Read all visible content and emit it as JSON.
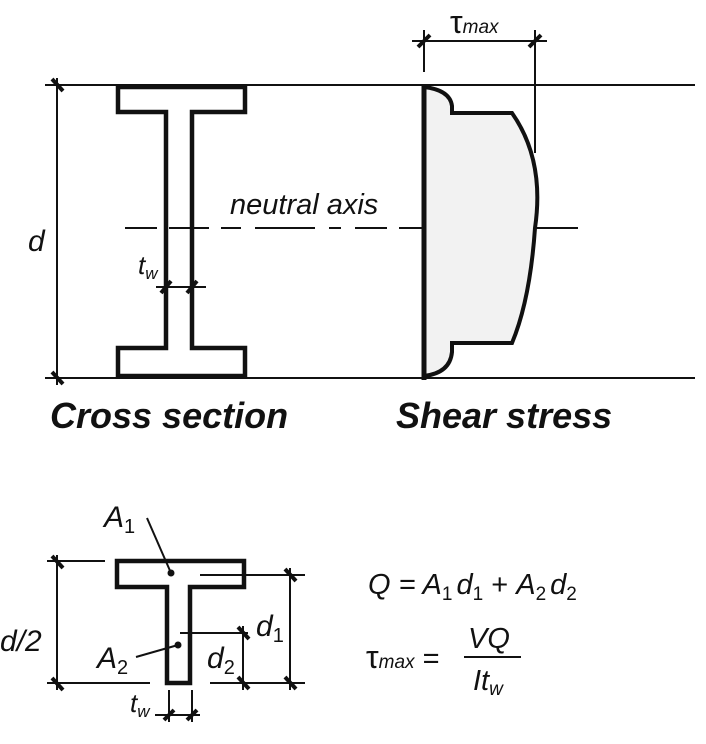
{
  "labels": {
    "tau": "τ",
    "max": "max",
    "d": "d",
    "t": "t",
    "w": "w",
    "neutral_axis": "neutral axis",
    "cross_section": "Cross section",
    "shear_stress": "Shear stress",
    "A": "A",
    "sub1": "1",
    "sub2": "2",
    "d_half": "d/2"
  },
  "formulas": {
    "Q_lhs": "Q = ",
    "Q_term1_A": "A",
    "Q_term1_d": "d",
    "plus": " + ",
    "Q_term2_A": "A",
    "Q_term2_d": "d",
    "tau_eq": " =",
    "numerator": "VQ",
    "denominator_I": "It"
  },
  "colors": {
    "ink": "#111111",
    "stress_fill": "#f2f2f2"
  }
}
